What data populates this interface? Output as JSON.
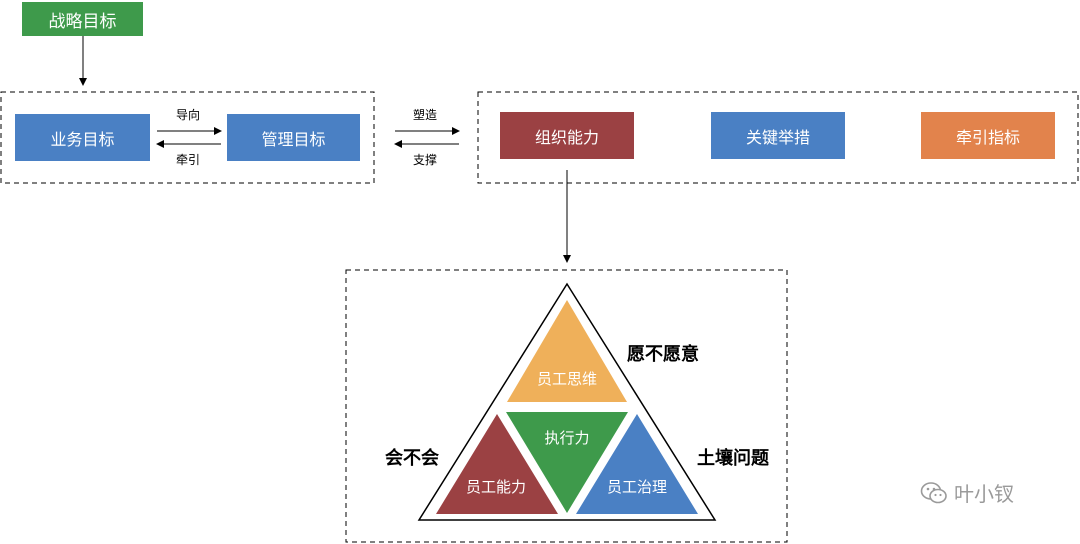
{
  "colors": {
    "strategy": "#3e9a4b",
    "blue": "#4a80c4",
    "red": "#9b4143",
    "orange": "#e2834c",
    "yellow": "#efb05a",
    "green": "#3e9a4b",
    "tri_blue": "#4a80c4",
    "tri_red": "#9b4143"
  },
  "strategy": {
    "label": "战略目标"
  },
  "left_group": {
    "business_goal": "业务目标",
    "management_goal": "管理目标",
    "arrow_top_label": "导向",
    "arrow_bottom_label": "牵引"
  },
  "middle": {
    "arrow_top_label": "塑造",
    "arrow_bottom_label": "支撑"
  },
  "right_group": {
    "org_capability": "组织能力",
    "key_measures": "关键举措",
    "traction_index": "牵引指标"
  },
  "triangle": {
    "top": "员工思维",
    "center": "执行力",
    "left": "员工能力",
    "right": "员工治理",
    "label_top_right": "愿不愿意",
    "label_left": "会不会",
    "label_right": "土壤问题"
  },
  "watermark": {
    "text": "叶小钗"
  }
}
